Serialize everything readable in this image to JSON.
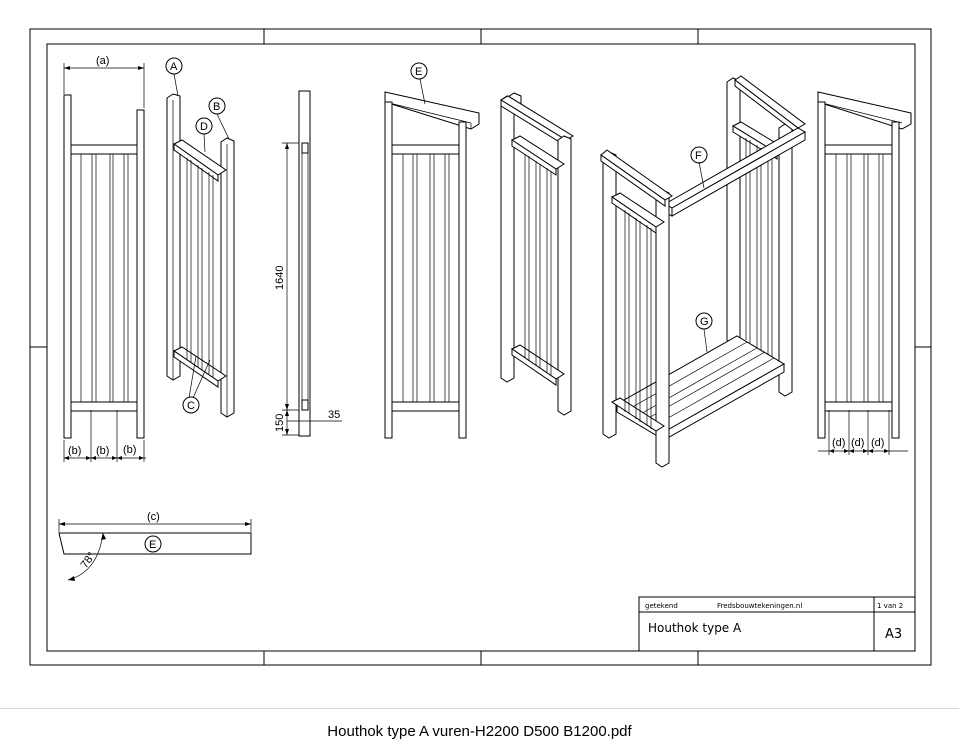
{
  "labels": {
    "a": "(a)",
    "b": "(b)",
    "c": "(c)",
    "d": "(d)",
    "A": "A",
    "B": "B",
    "C": "C",
    "D": "D",
    "E": "E",
    "F": "F",
    "G": "G"
  },
  "dimensions": {
    "height": "1640",
    "base": "150",
    "thickness": "35",
    "angle": "78°"
  },
  "title_block": {
    "drawn_label": "getekend",
    "author": "Fredsbouwtekeningen.nl",
    "page": "1 van 2",
    "title": "Houthok type A",
    "sheet_size": "A3"
  },
  "caption": "Houthok type A vuren-H2200 D500 B1200.pdf"
}
